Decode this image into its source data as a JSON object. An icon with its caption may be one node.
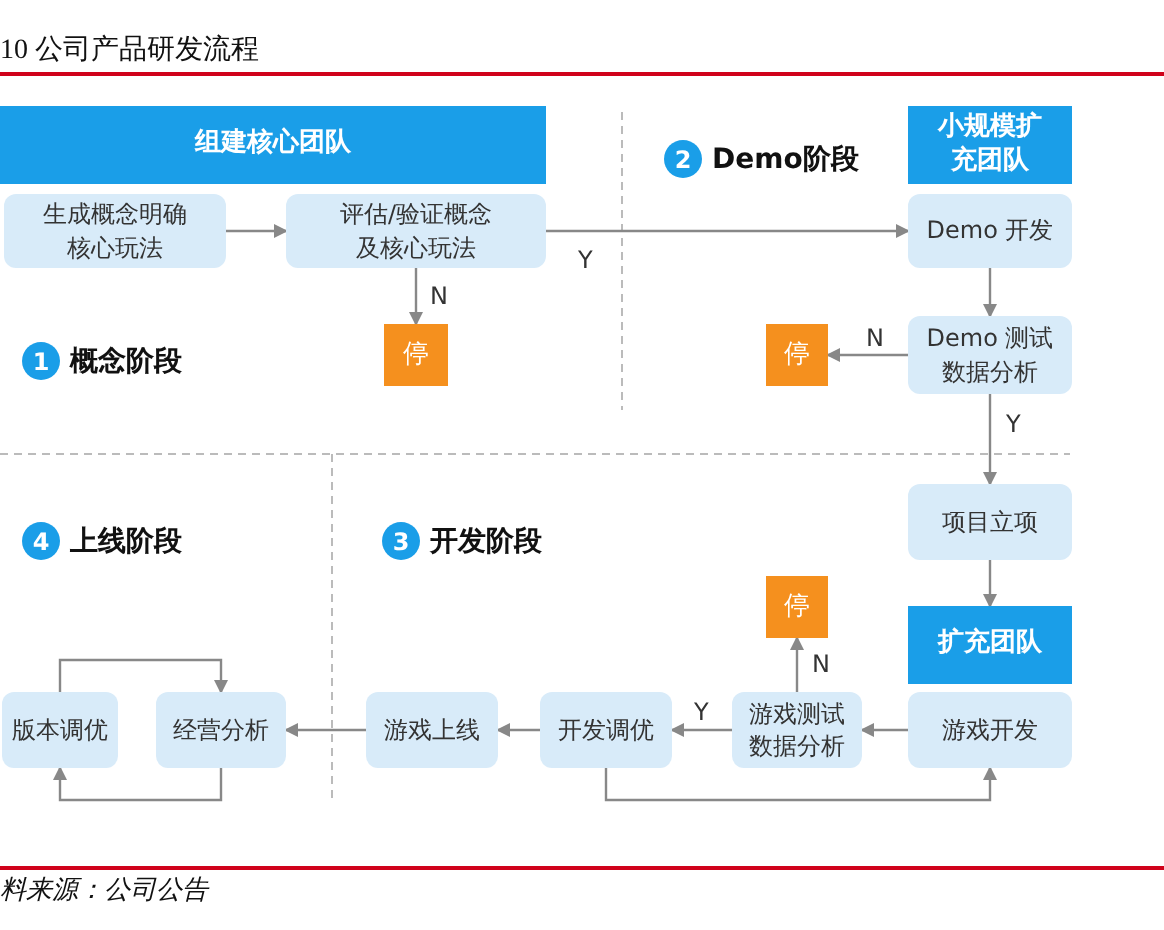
{
  "diagram": {
    "title": "10 公司产品研发流程",
    "caption": "料来源：公司公告",
    "nodes": [
      {
        "text": [
          "组建核心团队"
        ]
      },
      {
        "text": [
          "生成概念明确核心玩法"
        ]
      },
      {
        "text": [
          "评估/验证概念及核心玩法"
        ]
      },
      {
        "text": [
          "停"
        ]
      },
      {
        "text": [
          "小规模扩充团队"
        ]
      },
      {
        "text": [
          "Demo 开发"
        ]
      },
      {
        "text": [
          "Demo 测试数据分析"
        ]
      },
      {
        "text": [
          "停"
        ]
      },
      {
        "text": [
          "项目立项"
        ]
      },
      {
        "text": [
          "扩充团队"
        ]
      },
      {
        "text": [
          "游戏开发"
        ]
      },
      {
        "text": [
          "游戏测试数据分析"
        ]
      },
      {
        "text": [
          "停"
        ]
      },
      {
        "text": [
          "开发调优"
        ]
      },
      {
        "text": [
          "游戏上线"
        ]
      },
      {
        "text": [
          "经营分析"
        ]
      },
      {
        "text": [
          "版本调优"
        ]
      }
    ],
    "edges": [
      {
        "from": 1,
        "to": 2,
        "arrow": "to"
      },
      {
        "from": 2,
        "to": 5,
        "arrow": "to",
        "label": "Y"
      },
      {
        "from": 2,
        "to": 3,
        "arrow": "to",
        "label": "N"
      },
      {
        "from": 5,
        "to": 6,
        "arrow": "to"
      },
      {
        "from": 6,
        "to": 7,
        "arrow": "to",
        "label": "N"
      },
      {
        "from": 6,
        "to": 8,
        "arrow": "to",
        "label": "Y"
      },
      {
        "from": 8,
        "to": 9,
        "arrow": "to"
      },
      {
        "from": 10,
        "to": 11,
        "arrow": "to"
      },
      {
        "from": 11,
        "to": 12,
        "arrow": "to",
        "label": "N"
      },
      {
        "from": 11,
        "to": 13,
        "arrow": "to",
        "label": "Y"
      },
      {
        "from": 13,
        "to": 14,
        "arrow": "to"
      },
      {
        "from": 13,
        "to": 10,
        "arrow": "to"
      },
      {
        "from": 14,
        "to": 15,
        "arrow": "to"
      },
      {
        "from": 16,
        "to": 15,
        "arrow": "to"
      },
      {
        "from": 15,
        "to": 16,
        "arrow": "to"
      }
    ],
    "labels": [
      "2",
      "Demo阶段",
      "1",
      "概念阶段",
      "4",
      "上线阶段",
      "3",
      "开发阶段"
    ]
  }
}
